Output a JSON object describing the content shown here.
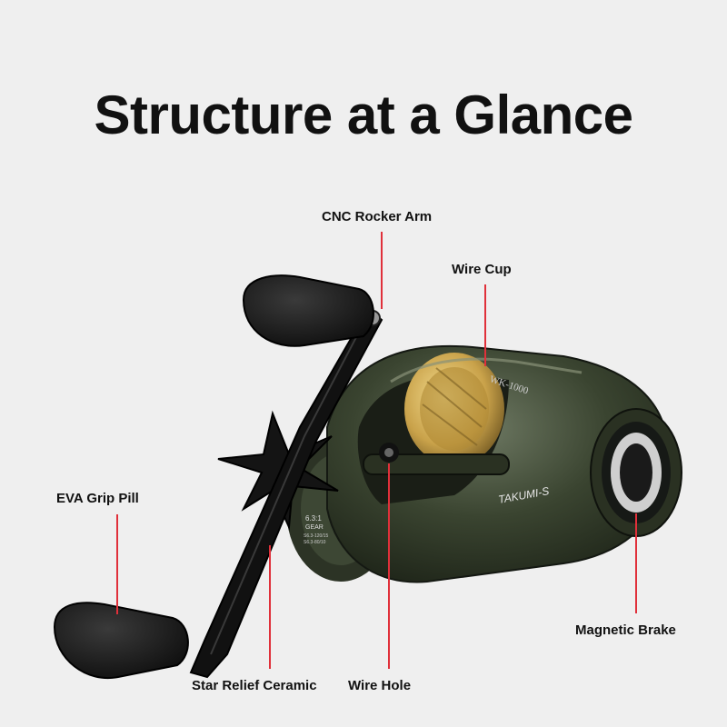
{
  "title": "Structure at a Glance",
  "callouts": {
    "rocker_arm": "CNC Rocker Arm",
    "wire_cup": "Wire Cup",
    "grip": "EVA Grip Pill",
    "magnetic_brake": "Magnetic Brake",
    "star_relief": "Star Relief Ceramic",
    "wire_hole": "Wire Hole"
  },
  "reel_text": {
    "model": "WK-1000",
    "brand": "TAKUMI-S",
    "gear_ratio": "6.3:1",
    "gear_label": "GEAR",
    "spec_1": "S6.3-120/15",
    "spec_2": "S6.3-80/10"
  },
  "colors": {
    "leader_line": "#e0303a",
    "body_green": "#3a4430",
    "spool_gold": "#c9a24a",
    "background": "#efefef"
  }
}
